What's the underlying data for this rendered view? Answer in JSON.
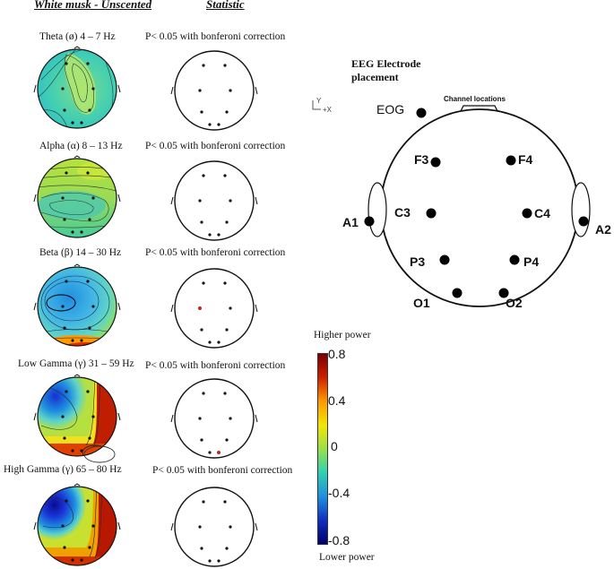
{
  "headers": {
    "left": "White musk - Unscented",
    "right": "Statistic"
  },
  "rows": [
    {
      "band": "Theta (ø) 4 – 7 Hz",
      "stat": "P< 0.05 with bonferoni  correction",
      "significant_marker": "none"
    },
    {
      "band": "Alpha (α) 8 – 13 Hz",
      "stat": "P< 0.05 with bonferoni  correction",
      "significant_marker": "none"
    },
    {
      "band": "Beta (β) 14 – 30 Hz",
      "stat": "P< 0.05 with bonferoni  correction",
      "significant_marker": "C3"
    },
    {
      "band": "Low Gamma (γ) 31 – 59 Hz",
      "stat": "P< 0.05 with bonferoni  correction",
      "significant_marker": "O2"
    },
    {
      "band": "High Gamma (γ) 65 – 80 Hz",
      "stat": "P< 0.05 with bonferoni  correction",
      "significant_marker": "none"
    }
  ],
  "eeg": {
    "title_line1": "EEG Electrode",
    "title_line2": "placement",
    "axis_y": "Y",
    "axis_x": "+X",
    "channel_locations": "Channel locations",
    "electrodes": [
      "EOG",
      "F3",
      "F4",
      "A1",
      "C3",
      "C4",
      "A2",
      "P3",
      "P4",
      "O1",
      "O2"
    ]
  },
  "colorbar": {
    "top_caption": "Higher power",
    "bottom_caption": "Lower power",
    "ticks": [
      "0.8",
      "0.4",
      "0",
      "-0.4",
      "-0.8"
    ],
    "colors": [
      "#7a0000",
      "#d02000",
      "#ff9a00",
      "#f2e600",
      "#9be04a",
      "#2fd1b0",
      "#1f8fe0",
      "#1030c0",
      "#00006e"
    ]
  }
}
